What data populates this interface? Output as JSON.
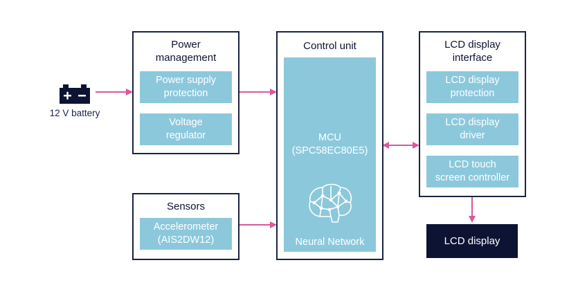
{
  "battery": {
    "label": "12 V battery",
    "icon": "battery-icon"
  },
  "power": {
    "title_line1": "Power",
    "title_line2": "management",
    "block1_line1": "Power supply",
    "block1_line2": "protection",
    "block2_line1": "Voltage",
    "block2_line2": "regulator"
  },
  "sensors": {
    "title": "Sensors",
    "block1_line1": "Accelerometer",
    "block1_line2": "(AIS2DW12)"
  },
  "control": {
    "title": "Control unit",
    "mcu_line1": "MCU",
    "mcu_line2": "(SPC58EC80E5)",
    "nn_label": "Neural Network",
    "nn_icon": "brain-icon"
  },
  "lcd_interface": {
    "title_line1": "LCD display",
    "title_line2": "interface",
    "block1_line1": "LCD display",
    "block1_line2": "protection",
    "block2_line1": "LCD display",
    "block2_line2": "driver",
    "block3_line1": "LCD touch",
    "block3_line2": "screen controller"
  },
  "lcd_display": {
    "label": "LCD display"
  },
  "colors": {
    "accent_block": "#8cc8dc",
    "border": "#1a2340",
    "arrow": "#d9599a",
    "dark": "#0d1333"
  }
}
